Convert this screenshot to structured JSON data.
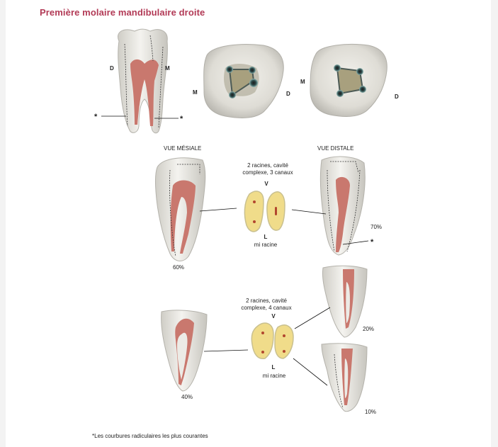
{
  "title": "Première molaire mandibulaire droite",
  "top_view_labels": {
    "d_left": "D",
    "m_left": "M",
    "m_occlusal_1": "M",
    "d_occlusal_1": "D",
    "m_occlusal_2": "M",
    "d_occlusal_2": "D",
    "star_1": "*",
    "star_2": "*"
  },
  "view_headings": {
    "mesial": "VUE MÉSIALE",
    "distal": "VUE DISTALE"
  },
  "section_1": {
    "caption_line1": "2 racines, cavité",
    "caption_line2": "complexe, 3 canaux",
    "v_label": "V",
    "l_label": "L",
    "root_label": "mi racine",
    "pct_left": "60%",
    "pct_right": "70%",
    "star": "*"
  },
  "section_2": {
    "caption_line1": "2 racines, cavité",
    "caption_line2": "complexe, 4 canaux",
    "v_label": "V",
    "l_label": "L",
    "root_label": "mi racine",
    "pct_left": "40%",
    "pct_upper_right": "20%",
    "pct_lower_right": "10%"
  },
  "footnote": "*Les courbures radiculaires les plus courantes",
  "colors": {
    "title": "#b23a56",
    "enamel": "#ecebe6",
    "pulp": "#c9786e",
    "section_fill": "#f0dc8a",
    "canal_dot": "#b2462e"
  }
}
